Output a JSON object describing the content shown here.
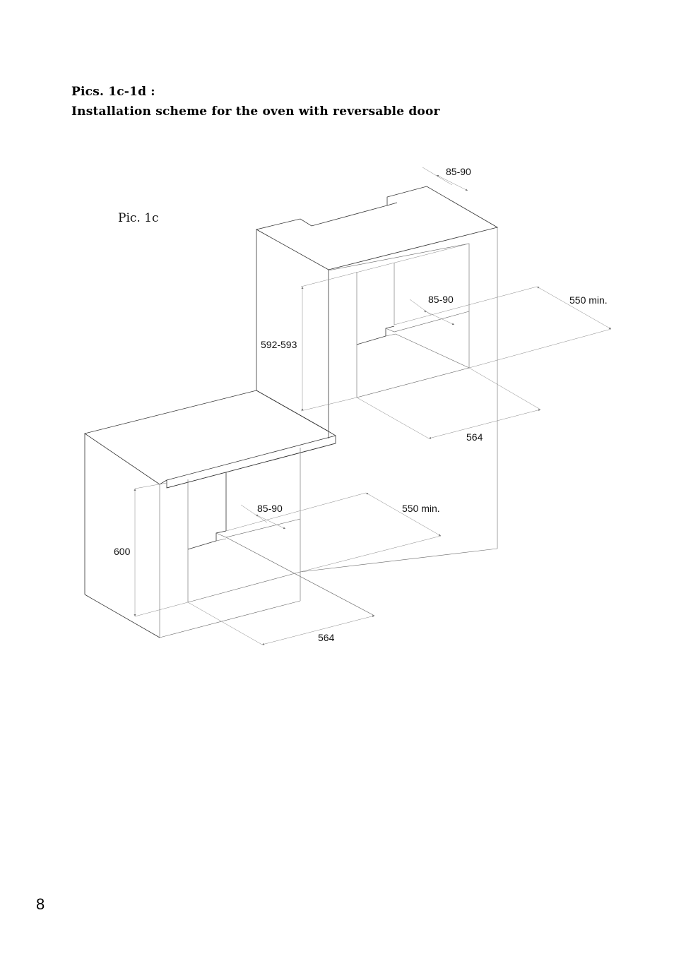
{
  "heading": {
    "line1": "Pics. 1c-1d :",
    "line2": "Installation scheme for the oven with reversable door"
  },
  "figure": {
    "label": "Pic. 1c",
    "dimensions": {
      "upper_top_gap": "85-90",
      "upper_height": "592-593",
      "upper_side_gap": "85-90",
      "upper_depth": "550 min.",
      "upper_width": "564",
      "lower_height": "600",
      "lower_side_gap": "85-90",
      "lower_depth": "550 min.",
      "lower_width": "564"
    }
  },
  "page_number": "8"
}
